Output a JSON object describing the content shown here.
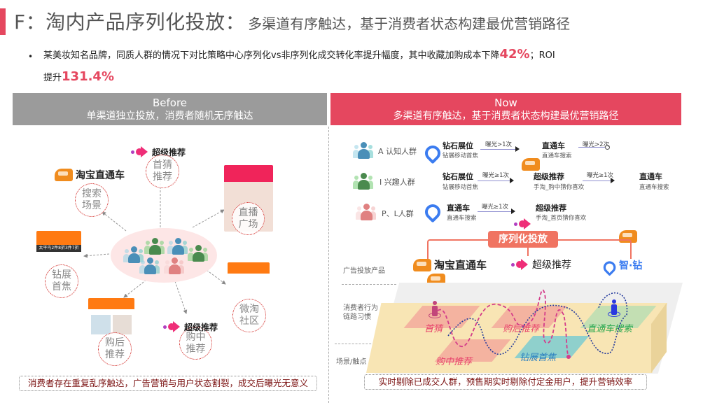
{
  "title": {
    "main": "F：淘内产品序列化投放：",
    "sub": "多渠道有序触达，基于消费者状态构建最优营销路径",
    "accent_color": "#e5475f"
  },
  "bullet": {
    "line1_prefix": "某美妆知名品牌，同质人群的情况下对比策略中心序列化vs非序列化成交转化率提升幅度，其中收藏加购成本下降",
    "line1_highlight": "42%",
    "line1_suffix": "；ROI",
    "line2_prefix": "提升",
    "line2_highlight": "131.4%"
  },
  "before": {
    "header_title": "Before",
    "header_sub": "单渠道独立投放，消费者随机无序触达",
    "header_color": "#9b9b9b",
    "nodes": [
      {
        "id": "search",
        "label": "搜索\n场景",
        "logo": "淘宝直通车"
      },
      {
        "id": "guess",
        "label": "首猜\n推荐",
        "logo": "超级推荐"
      },
      {
        "id": "live",
        "label": "直播\n广场"
      },
      {
        "id": "zhanzhan",
        "label": "钻展\n首焦"
      },
      {
        "id": "weitao",
        "label": "微淘\n社区"
      },
      {
        "id": "after",
        "label": "购后\n推荐"
      },
      {
        "id": "middle",
        "label": "购中\n推荐",
        "logo": "超级推荐"
      }
    ],
    "phone_banner": "太平鸟2件8折3件7折",
    "note": "消费者存在重复乱序触达，广告营销与用户状态割裂，成交后曝光无意义"
  },
  "now": {
    "header_title": "Now",
    "header_sub": "多渠道有序触达，基于消费者状态构建最优营销路径",
    "header_color": "#e5475f",
    "rows": [
      {
        "audience": "A 认知人群",
        "steps": [
          {
            "title": "钻石展位",
            "sub": "钻展移动首焦",
            "icon": "zuanzhan"
          },
          {
            "arrow": "曝光>1次"
          },
          {
            "title": "直通车",
            "sub": "直通车搜索",
            "icon": "ztc"
          },
          {
            "arrow": "曝光>2次"
          }
        ]
      },
      {
        "audience": "I 兴趣人群",
        "steps": [
          {
            "title": "钻石展位",
            "sub": "钻展移动首焦",
            "icon": "zuanzhan"
          },
          {
            "arrow": "曝光≥1次"
          },
          {
            "title": "超级推荐",
            "sub": "手淘_购中猜你喜欢",
            "icon": "cjtj"
          },
          {
            "arrow": "曝光≥1次"
          },
          {
            "title": "直通车",
            "sub": "直通车搜索",
            "icon": "ztc"
          }
        ]
      },
      {
        "audience": "P、L人群",
        "steps": [
          {
            "title": "直通车",
            "sub": "直通车搜索",
            "icon": "ztc"
          },
          {
            "arrow": "曝光≥1次"
          },
          {
            "title": "超级推荐",
            "sub": "手淘_首页猜你喜欢",
            "icon": "cjtj"
          }
        ]
      }
    ],
    "badge": "序列化投放",
    "products": [
      "淘宝直通车",
      "超级推荐",
      "智·钻"
    ],
    "side_labels": [
      "广告投放产品",
      "消费者行为链路习惯",
      "场景/触点"
    ],
    "tiles": [
      "首猜",
      "购后推荐",
      "直通车搜索",
      "购中推荐",
      "钻展首焦"
    ],
    "note": "实时剔除已成交人群，预售期实时剔除付定金用户，提升营销效率"
  }
}
